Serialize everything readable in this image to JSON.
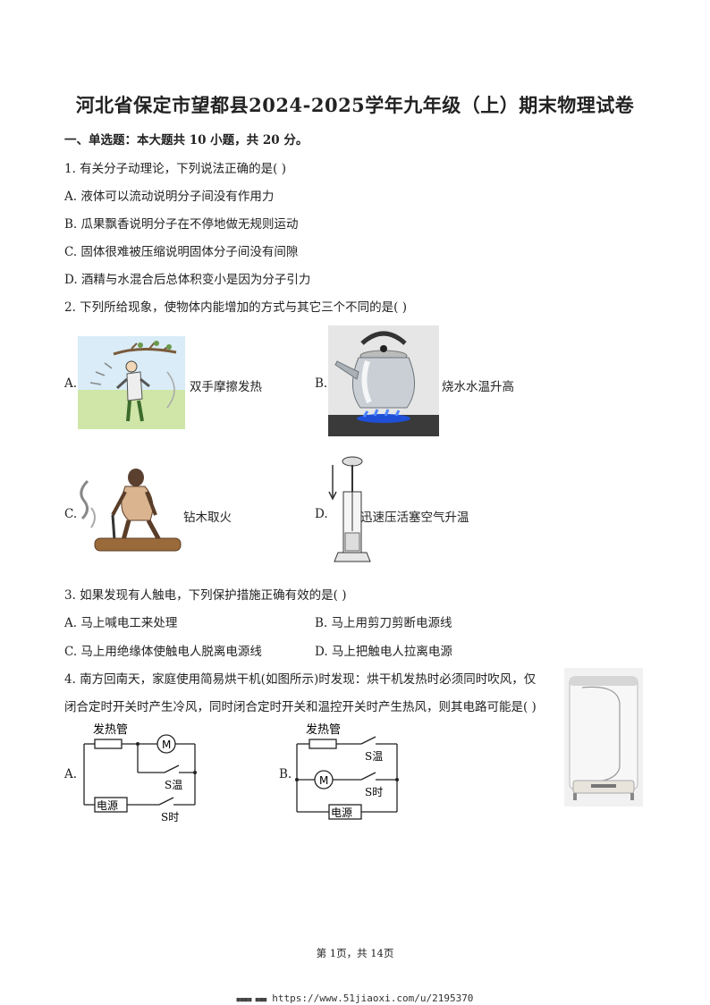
{
  "title": "河北省保定市望都县2024-2025学年九年级（上）期末物理试卷",
  "section1": "一、单选题：本大题共 10 小题，共 20 分。",
  "q1": {
    "stem": "1. 有关分子动理论，下列说法正确的是(    )",
    "A": "A. 液体可以流动说明分子间没有作用力",
    "B": "B. 瓜果飘香说明分子在不停地做无规则运动",
    "C": "C. 固体很难被压缩说明固体分子间没有间隙",
    "D": "D. 酒精与水混合后总体积变小是因为分子引力"
  },
  "q2": {
    "stem": "2. 下列所给现象，使物体内能增加的方式与其它三个不同的是(    )",
    "A_letter": "A.",
    "A_text": "双手摩擦发热",
    "B_letter": "B.",
    "B_text": "烧水水温升高",
    "C_letter": "C.",
    "C_text": "钻木取火",
    "D_letter": "D.",
    "D_text": "迅速压活塞空气升温"
  },
  "q3": {
    "stem": "3. 如果发现有人触电，下列保护措施正确有效的是(    )",
    "A": "A. 马上喊电工来处理",
    "B": "B. 马上用剪刀剪断电源线",
    "C": "C. 马上用绝缘体使触电人脱离电源线",
    "D": "D. 马上把触电人拉离电源"
  },
  "q4": {
    "stem1": "4. 南方回南天，家庭使用简易烘干机(如图所示)时发现：烘干机发热时必须同时吹风，仅",
    "stem2": "闭合定时开关时产生冷风，同时闭合定时开关和温控开关时产生热风，则其电路可能是(    )",
    "A_letter": "A.",
    "B_letter": "B.",
    "heater": "发热管",
    "power": "电源",
    "motor": "M",
    "s_temp": "S温",
    "s_timer": "S时"
  },
  "footer": "第 1页，共 14页",
  "watermark_url": "https://www.51jiaoxi.com/u/2195370"
}
